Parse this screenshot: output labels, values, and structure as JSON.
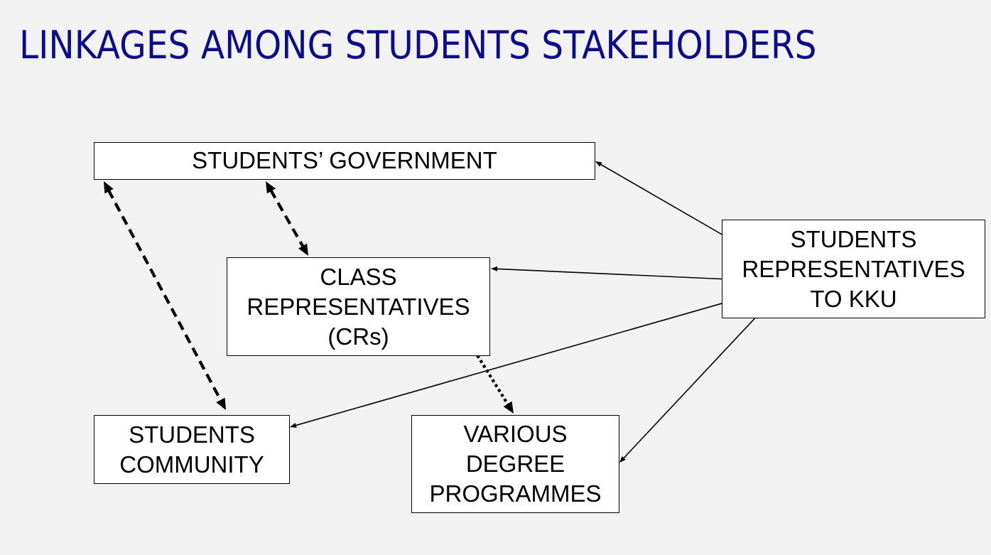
{
  "slide": {
    "title": "LINKAGES AMONG STUDENTS STAKEHOLDERS",
    "title_color": "#0d0d8c",
    "background": "#f2f2f2"
  },
  "nodes": {
    "students_government": {
      "lines": [
        "STUDENTS’ GOVERNMENT"
      ]
    },
    "class_representatives": {
      "lines": [
        "CLASS",
        "REPRESENTATIVES",
        "(CRs)"
      ]
    },
    "students_representatives_kku": {
      "lines": [
        "STUDENTS",
        "REPRESENTATIVES",
        "TO KKU"
      ]
    },
    "students_community": {
      "lines": [
        "STUDENTS",
        "COMMUNITY"
      ]
    },
    "various_degree_programmes": {
      "lines": [
        "VARIOUS",
        "DEGREE",
        "PROGRAMMES"
      ]
    }
  },
  "edges": [
    {
      "from": "students_government",
      "to": "students_community",
      "style": "dashed",
      "direction": "both"
    },
    {
      "from": "students_government",
      "to": "class_representatives",
      "style": "dashed",
      "direction": "both"
    },
    {
      "from": "class_representatives",
      "to": "various_degree_programmes",
      "style": "dotted",
      "direction": "both"
    },
    {
      "from": "students_government",
      "to": "students_representatives_kku",
      "style": "solid",
      "direction": "both"
    },
    {
      "from": "class_representatives",
      "to": "students_representatives_kku",
      "style": "solid",
      "direction": "both"
    },
    {
      "from": "students_community",
      "to": "students_representatives_kku",
      "style": "solid",
      "direction": "both"
    },
    {
      "from": "various_degree_programmes",
      "to": "students_representatives_kku",
      "style": "solid",
      "direction": "both"
    }
  ]
}
